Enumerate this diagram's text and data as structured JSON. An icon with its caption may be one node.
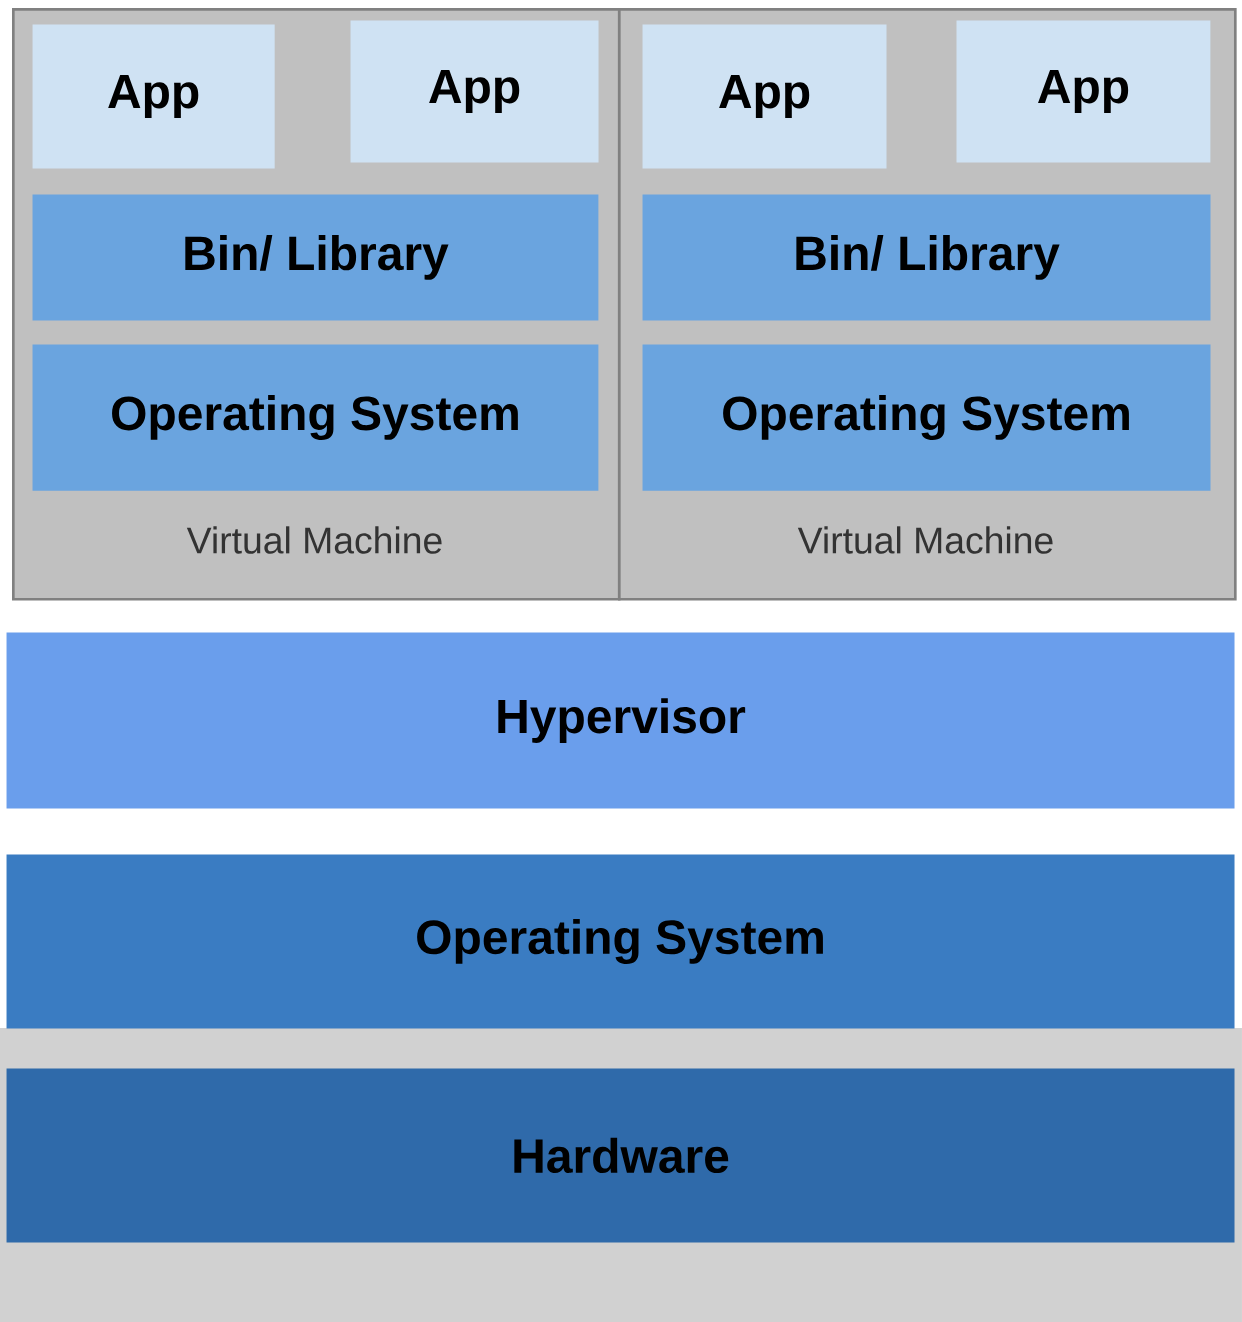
{
  "diagram": {
    "nodes": [
      {
        "text": [
          "Virtual Machine"
        ]
      },
      {
        "text": [
          "App"
        ],
        "in": 0
      },
      {
        "text": [
          "App"
        ],
        "in": 0
      },
      {
        "text": [
          "Bin/ Library"
        ],
        "in": 0
      },
      {
        "text": [
          "Operating System"
        ],
        "in": 0
      },
      {
        "text": [
          "Virtual Machine"
        ]
      },
      {
        "text": [
          "App"
        ],
        "in": 5
      },
      {
        "text": [
          "App"
        ],
        "in": 5
      },
      {
        "text": [
          "Bin/ Library"
        ],
        "in": 5
      },
      {
        "text": [
          "Operating System"
        ],
        "in": 5
      },
      {
        "text": [
          "Hypervisor"
        ]
      },
      {
        "text": [
          "Operating System"
        ]
      },
      {
        "text": [
          "Hardware"
        ]
      }
    ]
  }
}
